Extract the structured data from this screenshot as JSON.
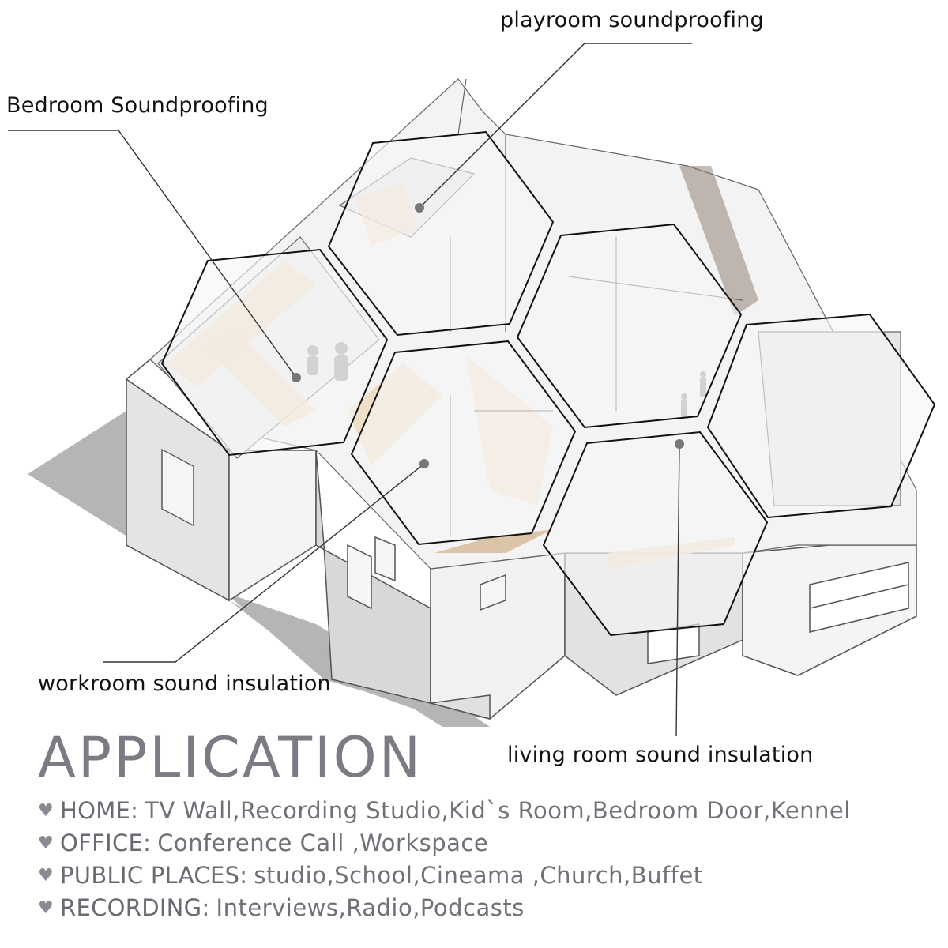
{
  "callouts": {
    "playroom": "playroom soundproofing",
    "bedroom": "Bedroom Soundproofing",
    "workroom": "workroom sound insulation",
    "living_room": "living room  sound insulation"
  },
  "application": {
    "title": "APPLICATION",
    "heart_icon": "♥",
    "rows": [
      {
        "category": "HOME:",
        "items": "TV Wall,Recording Studio,Kid`s Room,Bedroom Door,Kennel"
      },
      {
        "category": "OFFICE:",
        "items": "Conference Call ,Workspace"
      },
      {
        "category": "PUBLIC PLACES:",
        "items": "studio,School,Cineama ,Church,Buffet"
      },
      {
        "category": "RECORDING:",
        "items": "Interviews,Radio,Podcasts"
      }
    ]
  },
  "colors": {
    "shadow": "#b4b4b4",
    "wall_light": "#eeeeee",
    "wall_mid": "#dcdcdc",
    "floor": "#f2f2f2",
    "wood": "#efd9bc",
    "hex_fill": "#f5f5f5",
    "title": "#7b7b83"
  }
}
